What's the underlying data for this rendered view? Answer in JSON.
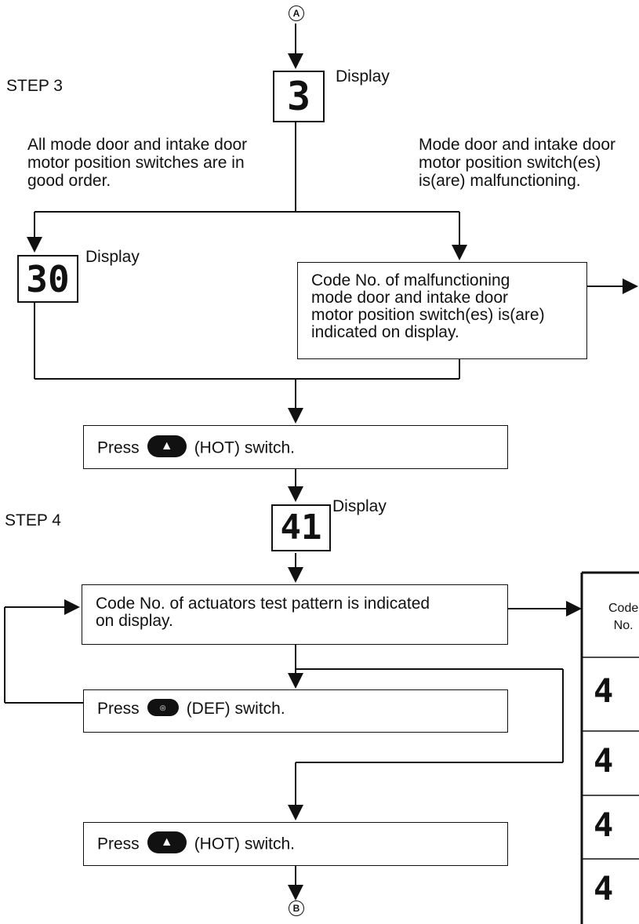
{
  "connectors": {
    "top": "A",
    "bottom": "B"
  },
  "step3": {
    "label": "STEP 3",
    "display_code": "3",
    "display_label": "Display",
    "left_branch": [
      "All mode door and intake door",
      "motor position switches are in",
      "good order."
    ],
    "right_branch": [
      "Mode door and intake door",
      "motor position switch(es)",
      "is(are) malfunctioning."
    ],
    "ok_display_code": "30",
    "ok_display_label": "Display",
    "malfunction_box": [
      "Code No. of malfunctioning",
      "mode door and intake door",
      "motor position switch(es) is(are)",
      "indicated on display."
    ]
  },
  "press_hot_1": {
    "press": "Press",
    "icon": "up-arrow",
    "after": "(HOT) switch."
  },
  "step4": {
    "label": "STEP 4",
    "display_code": "41",
    "display_label": "Display",
    "actuator_box": [
      "Code No. of actuators test pattern is indicated",
      "on display."
    ]
  },
  "press_def": {
    "press": "Press",
    "icon": "def-symbol",
    "after": "(DEF) switch."
  },
  "press_hot_2": {
    "press": "Press",
    "icon": "up-arrow",
    "after": "(HOT) switch."
  },
  "side_table": {
    "header": [
      "Code",
      "No."
    ],
    "codes": [
      "4",
      "4",
      "4",
      "4"
    ]
  }
}
